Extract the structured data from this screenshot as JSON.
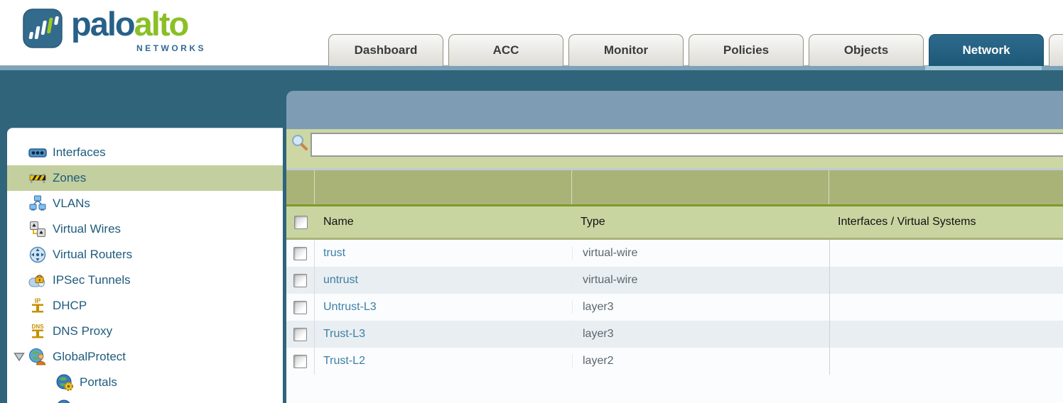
{
  "brand": {
    "logo_primary": "palo",
    "logo_secondary": "alto",
    "logo_subtext": "NETWORKS"
  },
  "tabs": [
    {
      "label": "Dashboard",
      "active": false
    },
    {
      "label": "ACC",
      "active": false
    },
    {
      "label": "Monitor",
      "active": false
    },
    {
      "label": "Policies",
      "active": false
    },
    {
      "label": "Objects",
      "active": false
    },
    {
      "label": "Network",
      "active": true
    }
  ],
  "sidebar": {
    "items": [
      {
        "label": "Interfaces",
        "icon": "interfaces-icon",
        "selected": false
      },
      {
        "label": "Zones",
        "icon": "zones-icon",
        "selected": true
      },
      {
        "label": "VLANs",
        "icon": "vlans-icon",
        "selected": false
      },
      {
        "label": "Virtual Wires",
        "icon": "virtual-wires-icon",
        "selected": false
      },
      {
        "label": "Virtual Routers",
        "icon": "virtual-routers-icon",
        "selected": false
      },
      {
        "label": "IPSec Tunnels",
        "icon": "ipsec-tunnels-icon",
        "selected": false
      },
      {
        "label": "DHCP",
        "icon": "dhcp-icon",
        "selected": false
      },
      {
        "label": "DNS Proxy",
        "icon": "dns-proxy-icon",
        "selected": false
      },
      {
        "label": "GlobalProtect",
        "icon": "globalprotect-icon",
        "selected": false,
        "expandable": true,
        "expanded": true
      },
      {
        "label": "Portals",
        "icon": "portals-icon",
        "selected": false,
        "child": true
      }
    ],
    "partial_item": {
      "icon": "globe-icon"
    }
  },
  "search": {
    "value": "",
    "placeholder": ""
  },
  "table": {
    "columns": [
      "Name",
      "Type",
      "Interfaces / Virtual Systems"
    ],
    "rows": [
      {
        "name": "trust",
        "type": "virtual-wire",
        "interfaces": ""
      },
      {
        "name": "untrust",
        "type": "virtual-wire",
        "interfaces": ""
      },
      {
        "name": "Untrust-L3",
        "type": "layer3",
        "interfaces": ""
      },
      {
        "name": "Trust-L3",
        "type": "layer3",
        "interfaces": ""
      },
      {
        "name": "Trust-L2",
        "type": "layer2",
        "interfaces": ""
      }
    ]
  },
  "colors": {
    "brand_blue": "#276089",
    "brand_green": "#8bbf26",
    "active_tab": "#1d5878",
    "band_dark_teal": "#30647a",
    "band_slate": "#7e9db5",
    "strip_light_blue": "#7ba3bb",
    "filterbar_green": "#ccd7a3",
    "group_header_olive": "#a9b377",
    "header_row_green": "#c9d5a1",
    "header_accent_line": "#7d9a2a",
    "selected_item_green": "#c3cf9e",
    "sidebar_text": "#1e5b7d",
    "link_text": "#3d7fa6",
    "row_alt": "#e9eef2"
  }
}
